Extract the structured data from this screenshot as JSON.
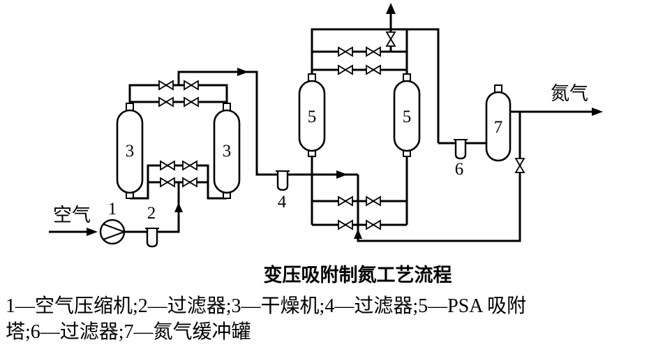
{
  "diagram": {
    "title": "变压吸附制氮工艺流程",
    "caption_line1": "1—空气压缩机;2—过滤器;3—干燥机;4—过滤器;5—PSA 吸附",
    "caption_line2": "塔;6—过滤器;7—氮气缓冲罐",
    "labels": {
      "air": "空气",
      "nitrogen": "氮气",
      "n1": "1",
      "n2": "2",
      "n3": "3",
      "n4": "4",
      "n5": "5",
      "n6": "6",
      "n7": "7"
    },
    "legend": [
      {
        "number": "1",
        "label": "空气压缩机"
      },
      {
        "number": "2",
        "label": "过滤器"
      },
      {
        "number": "3",
        "label": "干燥机"
      },
      {
        "number": "4",
        "label": "过滤器"
      },
      {
        "number": "5",
        "label": "PSA 吸附塔"
      },
      {
        "number": "6",
        "label": "过滤器"
      },
      {
        "number": "7",
        "label": "氮气缓冲罐"
      }
    ],
    "colors": {
      "line": "#000000",
      "background": "#ffffff"
    }
  }
}
